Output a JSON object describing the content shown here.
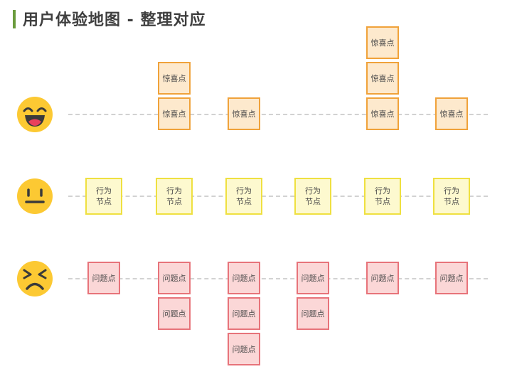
{
  "header": {
    "title": "用户体验地图 - 整理对应"
  },
  "colors": {
    "delight": "#f0a23a",
    "action": "#efe040",
    "problem": "#e7737a",
    "face": "#fcc933",
    "accent": "#6a9b3c"
  },
  "rows": {
    "happy": {
      "icon": "happy-face-icon"
    },
    "neutral": {
      "icon": "neutral-face-icon"
    },
    "sad": {
      "icon": "sad-face-icon"
    }
  },
  "stages": [
    {
      "delights": [],
      "action": [
        "行为",
        "节点"
      ],
      "problems": [
        "问题点"
      ]
    },
    {
      "delights": [
        "惊喜点",
        "惊喜点"
      ],
      "action": [
        "行为",
        "节点"
      ],
      "problems": [
        "问题点",
        "问题点"
      ]
    },
    {
      "delights": [
        "惊喜点"
      ],
      "action": [
        "行为",
        "节点"
      ],
      "problems": [
        "问题点",
        "问题点",
        "问题点"
      ]
    },
    {
      "delights": [],
      "action": [
        "行为",
        "节点"
      ],
      "problems": [
        "问题点",
        "问题点"
      ]
    },
    {
      "delights": [
        "惊喜点",
        "惊喜点",
        "惊喜点"
      ],
      "action": [
        "行为",
        "节点"
      ],
      "problems": [
        "问题点"
      ]
    },
    {
      "delights": [
        "惊喜点"
      ],
      "action": [
        "行为",
        "节点"
      ],
      "problems": [
        "问题点"
      ]
    }
  ]
}
